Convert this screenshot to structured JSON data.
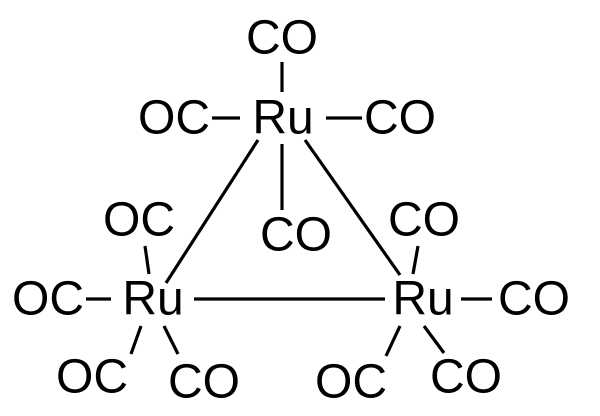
{
  "atoms": {
    "top": {
      "metal": "Ru",
      "ligands": {
        "up": "CO",
        "left": "OC",
        "right": "CO",
        "down": "CO"
      }
    },
    "left": {
      "metal": "Ru",
      "ligands": {
        "upper": "OC",
        "left": "OC",
        "lower_left": "OC",
        "lower_right": "CO"
      }
    },
    "right": {
      "metal": "Ru",
      "ligands": {
        "upper": "CO",
        "right": "CO",
        "lower_left": "OC",
        "lower_right": "CO"
      }
    }
  },
  "colors": {
    "ink": "#000000",
    "background": "#ffffff"
  }
}
